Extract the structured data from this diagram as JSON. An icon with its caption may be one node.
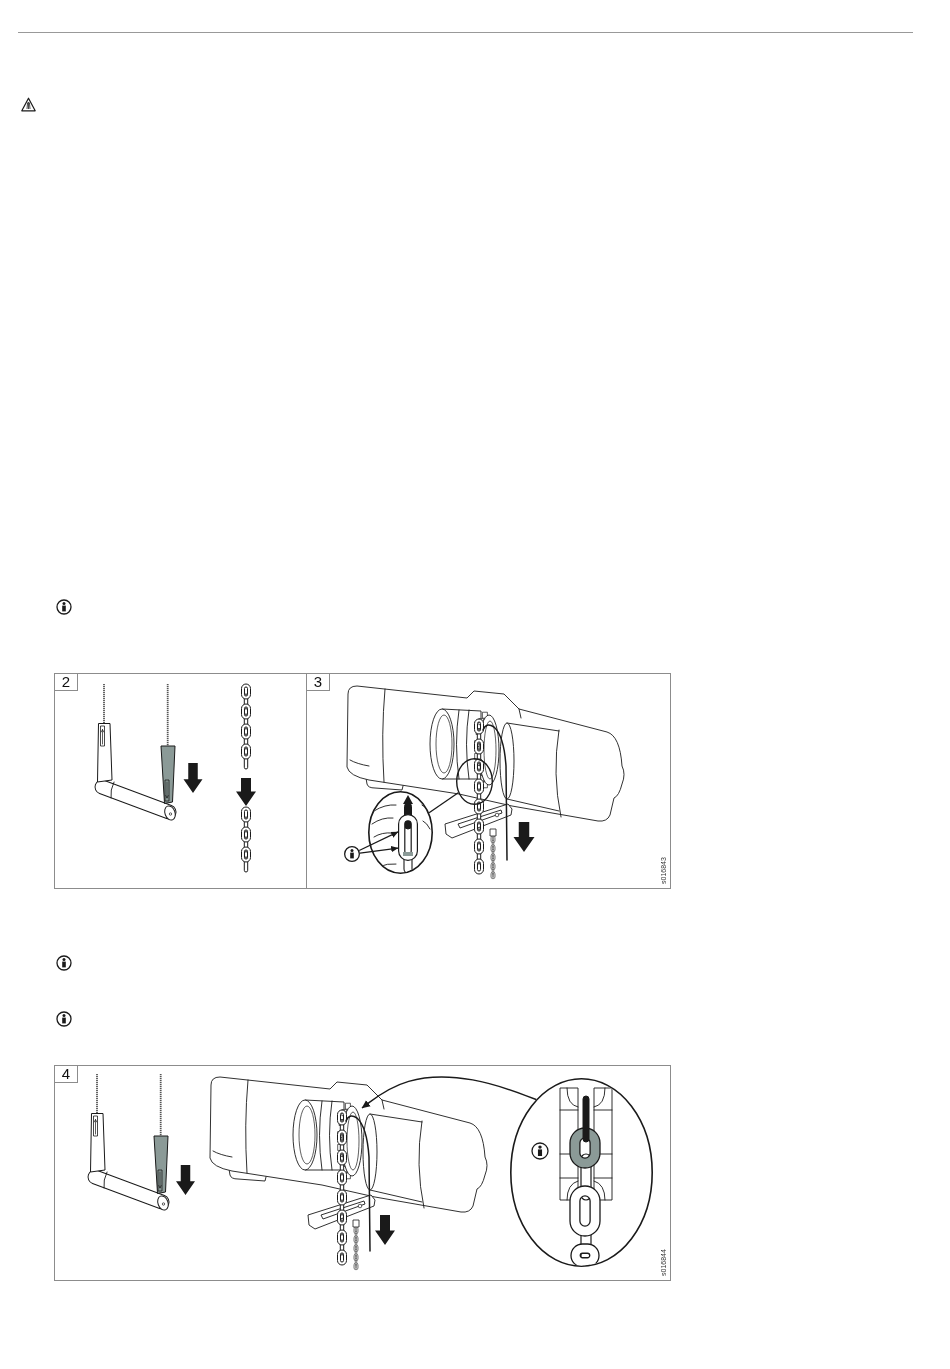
{
  "diagram": {
    "nodes": [
      {
        "text": [
          "2"
        ]
      },
      {
        "text": [
          "3"
        ]
      },
      {
        "text": [],
        "shape": "circle",
        "in": 1
      },
      {
        "text": [],
        "shape": "circle",
        "in": 1
      },
      {
        "text": [],
        "shape": "oval",
        "in": 3
      },
      {
        "text": [],
        "shape": "circle",
        "in": 1
      },
      {
        "text": [
          "4"
        ]
      },
      {
        "text": [],
        "shape": "circle",
        "in": 6
      }
    ],
    "edges": [
      {
        "from": 2,
        "to": 3,
        "arrow": "none"
      },
      {
        "from": 5,
        "to": 4,
        "arrow": "to"
      },
      {
        "from": 5,
        "to": 4,
        "arrow": "to"
      },
      {
        "from": 7,
        "to": null,
        "arrow": "to"
      }
    ],
    "labels": [
      "s016843",
      "s016844"
    ]
  }
}
